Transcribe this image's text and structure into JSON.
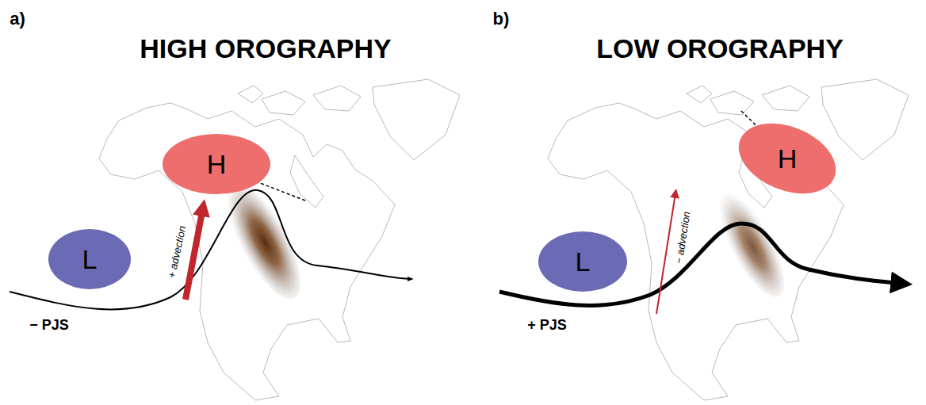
{
  "diagram": {
    "nodes": [
      {
        "text": [
          "H"
        ]
      },
      {
        "text": [
          "L"
        ]
      },
      {
        "text": [
          "H"
        ]
      },
      {
        "text": [
          "L"
        ]
      }
    ],
    "labels": [
      "a)",
      "HIGH OROGRAPHY",
      "+ advection",
      "− PJS",
      "b)",
      "LOW OROGRAPHY",
      "− advection",
      "+ PJS"
    ]
  }
}
